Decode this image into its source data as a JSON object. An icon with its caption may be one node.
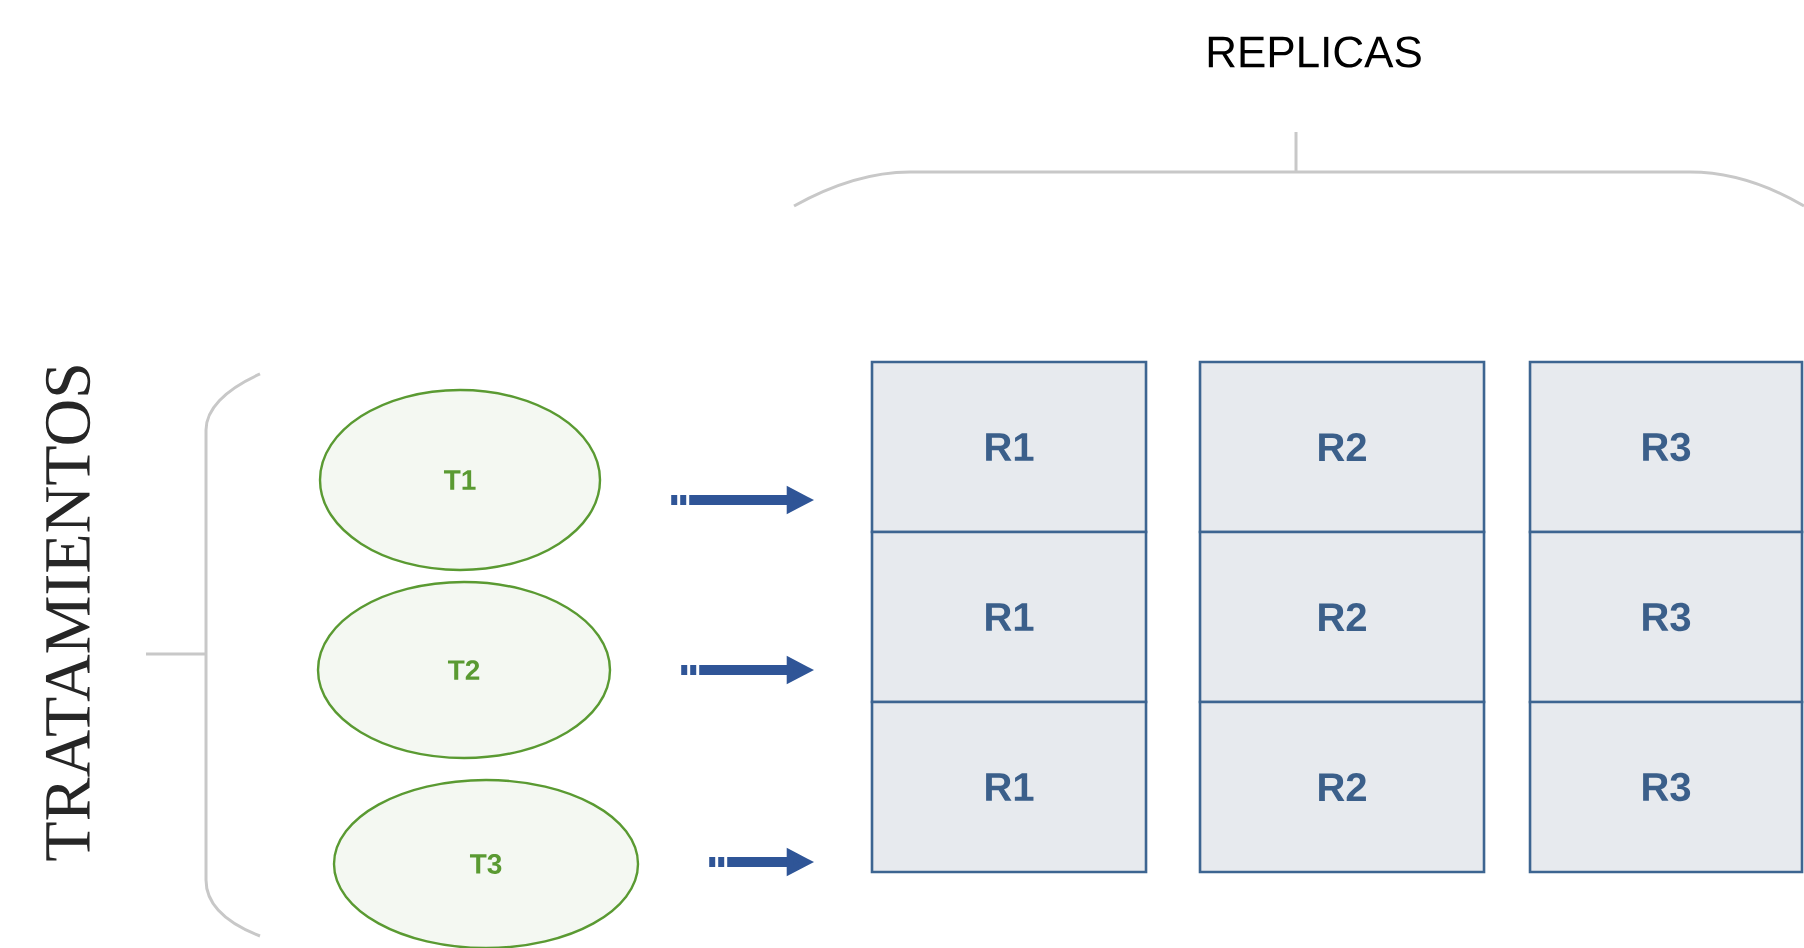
{
  "diagram": {
    "nodes": [
      {
        "text": [
          "T1"
        ]
      },
      {
        "text": [
          "T2"
        ]
      },
      {
        "text": [
          "T3"
        ]
      },
      {
        "text": [
          "R1"
        ]
      },
      {
        "text": [
          "R2"
        ]
      },
      {
        "text": [
          "R3"
        ]
      },
      {
        "text": [
          "R1"
        ]
      },
      {
        "text": [
          "R2"
        ]
      },
      {
        "text": [
          "R3"
        ]
      },
      {
        "text": [
          "R1"
        ]
      },
      {
        "text": [
          "R2"
        ]
      },
      {
        "text": [
          "R3"
        ]
      }
    ],
    "edges": [
      {
        "from": 0,
        "to": 3,
        "arrow": "to"
      },
      {
        "from": 1,
        "to": 6,
        "arrow": "to"
      },
      {
        "from": 2,
        "to": 9,
        "arrow": "to"
      }
    ],
    "labels": [
      "REPLICAS",
      "TRATAMIENTOS"
    ]
  }
}
